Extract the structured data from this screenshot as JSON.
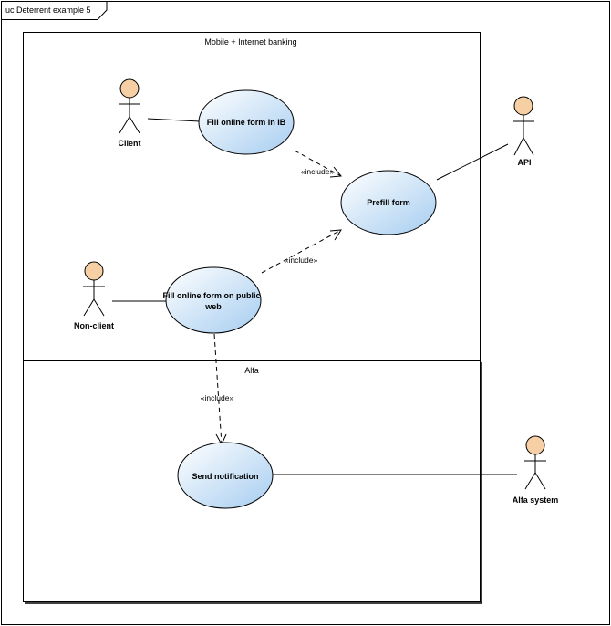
{
  "diagram": {
    "frame_title": "uc Deterrent example 5",
    "boundaries": {
      "mobile": "Mobile + Internet banking",
      "alfa": "Alfa"
    },
    "actors": {
      "client": "Client",
      "non_client": "Non-client",
      "api": "API",
      "alfa_system": "Alfa system"
    },
    "use_cases": {
      "fill_ib": "Fill online form in IB",
      "fill_public_line1": "Fill online form on public",
      "fill_public_line2": "web",
      "prefill": "Prefill form",
      "send_notification": "Send notification"
    },
    "relations": {
      "include_1": "«include»",
      "include_2": "«include»",
      "include_3": "«include»"
    },
    "colors": {
      "usecase_fill_light": "#ffffff",
      "usecase_fill_dark": "#a6cdf0",
      "actor_head": "#f6d0a4",
      "line": "#000000"
    }
  }
}
